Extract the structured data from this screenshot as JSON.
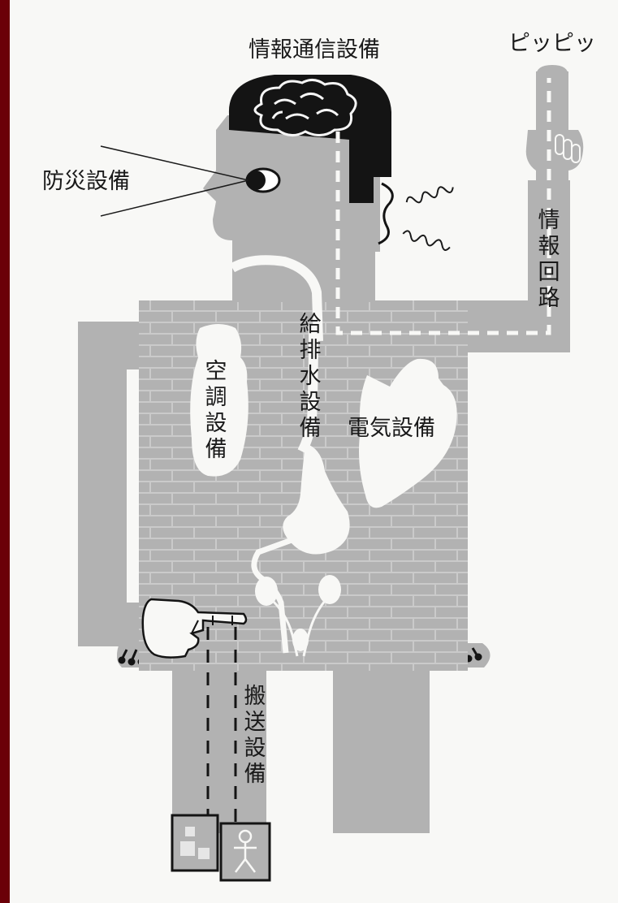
{
  "labels": {
    "info_comm": "情報通信設備",
    "beep": "ピッピッ",
    "disaster": "防災設備",
    "info_circuit": [
      "情",
      "報",
      "回",
      "路"
    ],
    "hvac": [
      "空",
      "調",
      "設",
      "備"
    ],
    "plumbing": [
      "給",
      "排",
      "水",
      "設",
      "備"
    ],
    "electrical": "電気設備",
    "transport": [
      "搬",
      "送",
      "設",
      "備"
    ]
  },
  "colors": {
    "frame": "#6b0008",
    "paper": "#f8f8f6",
    "body": "#b2b2b2",
    "brick_line": "#c9c9c9",
    "dark": "#141414",
    "white": "#ffffff"
  }
}
